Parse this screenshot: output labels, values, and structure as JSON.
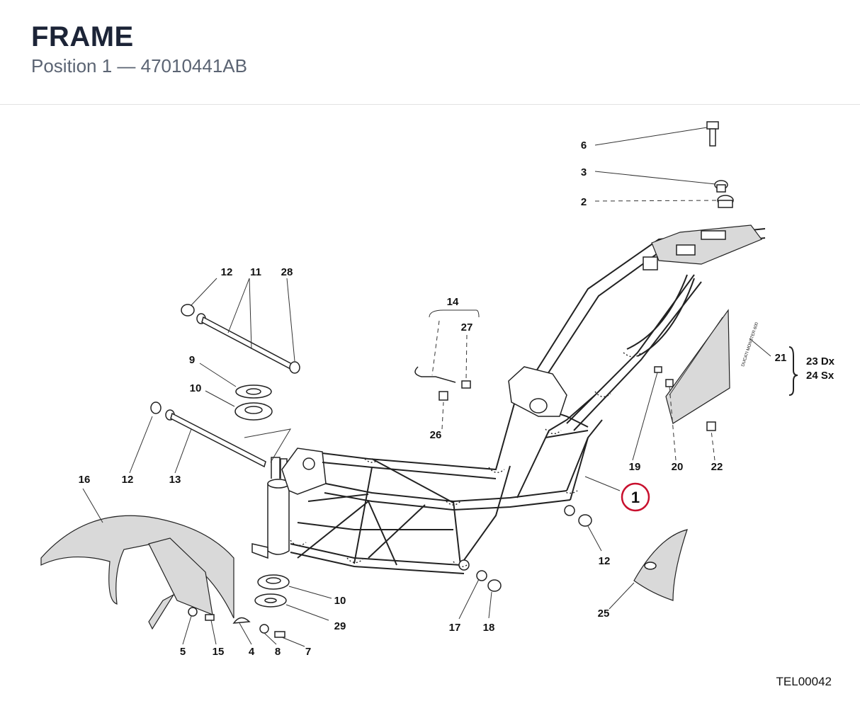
{
  "header": {
    "title": "FRAME",
    "subtitle": "Position 1 — 47010441AB"
  },
  "diagram_code": "TEL00042",
  "highlight_color": "#c8102e",
  "selected_position": "1",
  "callouts": {
    "c1": "1",
    "c2": "2",
    "c3": "3",
    "c4": "4",
    "c5": "5",
    "c6": "6",
    "c7": "7",
    "c8": "8",
    "c9": "9",
    "c10a": "10",
    "c10b": "10",
    "c11": "11",
    "c12a": "12",
    "c12b": "12",
    "c12c": "12",
    "c13": "13",
    "c14": "14",
    "c15": "15",
    "c16": "16",
    "c17": "17",
    "c18": "18",
    "c19": "19",
    "c20": "20",
    "c21": "21",
    "c22": "22",
    "c23": "23 Dx",
    "c24": "24 Sx",
    "c25": "25",
    "c26": "26",
    "c27": "27",
    "c28": "28",
    "c29": "29"
  },
  "decal_text": "DUCATI MONSTER 600"
}
